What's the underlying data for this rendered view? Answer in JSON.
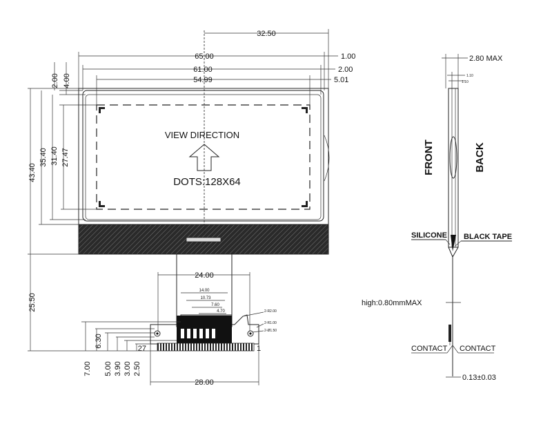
{
  "front_view": {
    "view_direction": "VIEW DIRECTION",
    "dots": "DOTS:128X64",
    "dims": {
      "d32_50": "32.50",
      "d65_00": "65.00",
      "d1_00": "1.00",
      "d61_00": "61.00",
      "d2_00_right": "2.00",
      "d54_99": "54.99",
      "d5_01": "5.01",
      "d2_00_left": "2.00",
      "d4_00": "4.00",
      "d43_40": "43.40",
      "d35_40": "35.40",
      "d31_40": "31.40",
      "d27_47": "27.47",
      "d25_50": "25.50",
      "d24_00": "24.00",
      "d14_00": "14.00",
      "d10_73": "10.73",
      "d7_60": "7.60",
      "d4_70": "4.70",
      "r2_00": "2-R2.00",
      "r1_00": "2-R1.00",
      "phi1_50": "2-Ø1.50",
      "d6_30": "6.30",
      "d7_00": "7.00",
      "d5_00": "5.00",
      "d3_90": "3.90",
      "d3_00": "3.00",
      "d2_50": "2.50",
      "d28_00": "28.00",
      "pin27": "27",
      "pin1": "1"
    }
  },
  "side_view": {
    "max_thickness": "2.80 MAX",
    "t1_10_a": "1.10",
    "t1_10_b": "1.10",
    "front": "FRONT",
    "back": "BACK",
    "silicone": "SILICONE",
    "black_tape": "BLACK TAPE",
    "height_note": "high:0.80mmMAX",
    "contact_left": "CONTACT",
    "contact_right": "CONTACT",
    "tolerance": "0.13±0.03"
  }
}
